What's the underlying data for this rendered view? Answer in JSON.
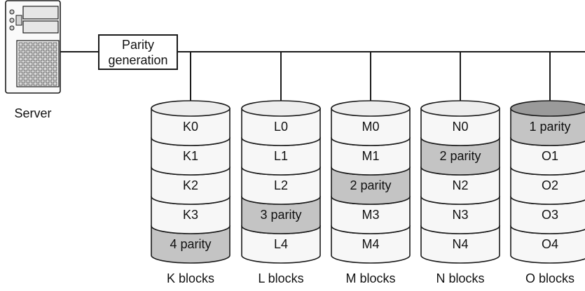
{
  "server": {
    "label": "Server"
  },
  "parity_box": {
    "line1": "Parity",
    "line2": "generation"
  },
  "colors": {
    "stroke": "#1a1a1a",
    "disk_top": "#ededed",
    "disk_body": "#f7f7f7",
    "parity_top": "#9a9a9a",
    "parity_body": "#c4c4c4"
  },
  "arrays": [
    {
      "label": "K blocks",
      "disks": [
        {
          "text": "K0",
          "parity": false
        },
        {
          "text": "K1",
          "parity": false
        },
        {
          "text": "K2",
          "parity": false
        },
        {
          "text": "K3",
          "parity": false
        },
        {
          "text": "4 parity",
          "parity": true
        }
      ]
    },
    {
      "label": "L blocks",
      "disks": [
        {
          "text": "L0",
          "parity": false
        },
        {
          "text": "L1",
          "parity": false
        },
        {
          "text": "L2",
          "parity": false
        },
        {
          "text": "3 parity",
          "parity": true
        },
        {
          "text": "L4",
          "parity": false
        }
      ]
    },
    {
      "label": "M blocks",
      "disks": [
        {
          "text": "M0",
          "parity": false
        },
        {
          "text": "M1",
          "parity": false
        },
        {
          "text": "2 parity",
          "parity": true
        },
        {
          "text": "M3",
          "parity": false
        },
        {
          "text": "M4",
          "parity": false
        }
      ]
    },
    {
      "label": "N blocks",
      "disks": [
        {
          "text": "N0",
          "parity": false
        },
        {
          "text": "2 parity",
          "parity": true
        },
        {
          "text": "N2",
          "parity": false
        },
        {
          "text": "N3",
          "parity": false
        },
        {
          "text": "N4",
          "parity": false
        }
      ]
    },
    {
      "label": "O blocks",
      "disks": [
        {
          "text": "1 parity",
          "parity": true
        },
        {
          "text": "O1",
          "parity": false
        },
        {
          "text": "O2",
          "parity": false
        },
        {
          "text": "O3",
          "parity": false
        },
        {
          "text": "O4",
          "parity": false
        }
      ]
    }
  ]
}
